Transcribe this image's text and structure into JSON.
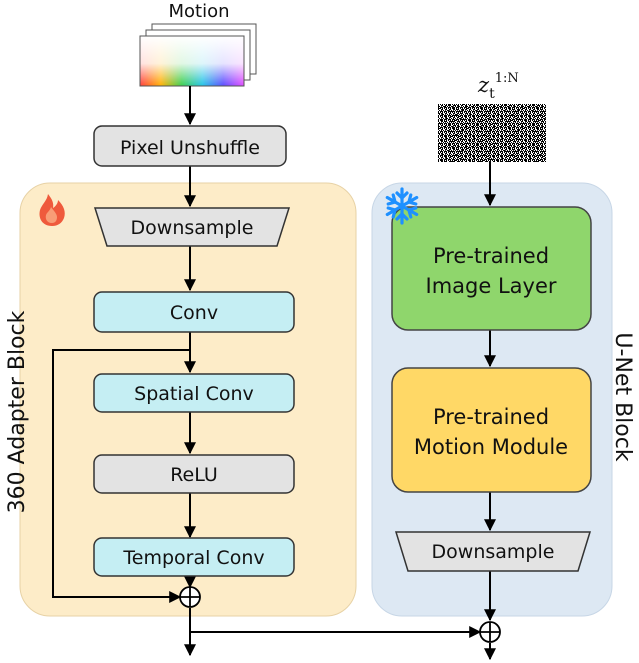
{
  "inputs": {
    "motion_label": "Motion",
    "latent_label_base": "z",
    "latent_label_sub": "t",
    "latent_label_sup": "1:N"
  },
  "adapter": {
    "title": "360 Adapter Block",
    "pixel_unshuffle": "Pixel Unshuffle",
    "downsample": "Downsample",
    "conv": "Conv",
    "spatial_conv": "Spatial Conv",
    "relu": "ReLU",
    "temporal_conv": "Temporal Conv",
    "icon": "fire-icon"
  },
  "unet": {
    "title": "U-Net Block",
    "image_layer_line1": "Pre-trained",
    "image_layer_line2": "Image Layer",
    "motion_module_line1": "Pre-trained",
    "motion_module_line2": "Motion Module",
    "downsample": "Downsample",
    "icon": "snowflake-icon"
  },
  "colors": {
    "adapter_bg": "#fdecc8",
    "unet_bg": "#dde8f3",
    "conv_fill": "#c5eef3",
    "gray_fill": "#e3e3e3",
    "image_layer_fill": "#8fd66c",
    "motion_module_fill": "#ffd866",
    "fire": "#ef5a3c",
    "snowflake": "#1e90ff"
  }
}
